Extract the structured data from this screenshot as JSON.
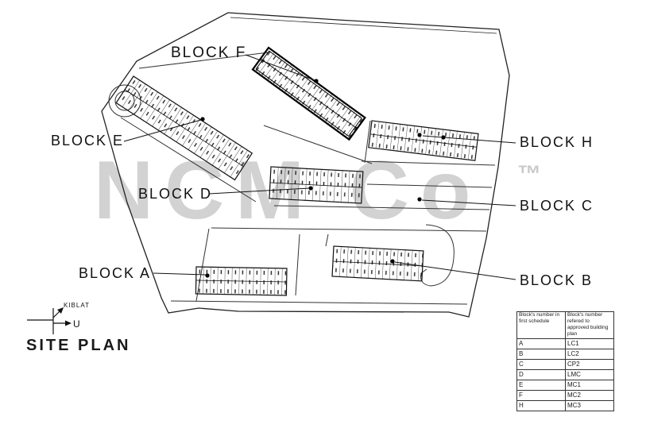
{
  "title": "SITE PLAN",
  "watermark": {
    "text": "NCM Co",
    "tm": "™"
  },
  "compass": {
    "kiblat_label": "KIBLAT",
    "north_label": "U"
  },
  "labels": {
    "block_a": "BLOCK A",
    "block_b": "BLOCK B",
    "block_c": "BLOCK C",
    "block_d": "BLOCK D",
    "block_e": "BLOCK E",
    "block_f": "BLOCK F",
    "block_h": "BLOCK H"
  },
  "legend_table": {
    "headers": [
      "Block's number in first schedule",
      "Block's number refered to approved building plan"
    ],
    "rows": [
      {
        "block": "A",
        "plan": "LC1"
      },
      {
        "block": "B",
        "plan": "LC2"
      },
      {
        "block": "C",
        "plan": "CP2"
      },
      {
        "block": "D",
        "plan": "LMC"
      },
      {
        "block": "E",
        "plan": "MC1"
      },
      {
        "block": "F",
        "plan": "MC2"
      },
      {
        "block": "H",
        "plan": "MC3"
      }
    ]
  },
  "colors": {
    "ink": "#1a1a1a",
    "watermark": "#d2d2d2"
  }
}
